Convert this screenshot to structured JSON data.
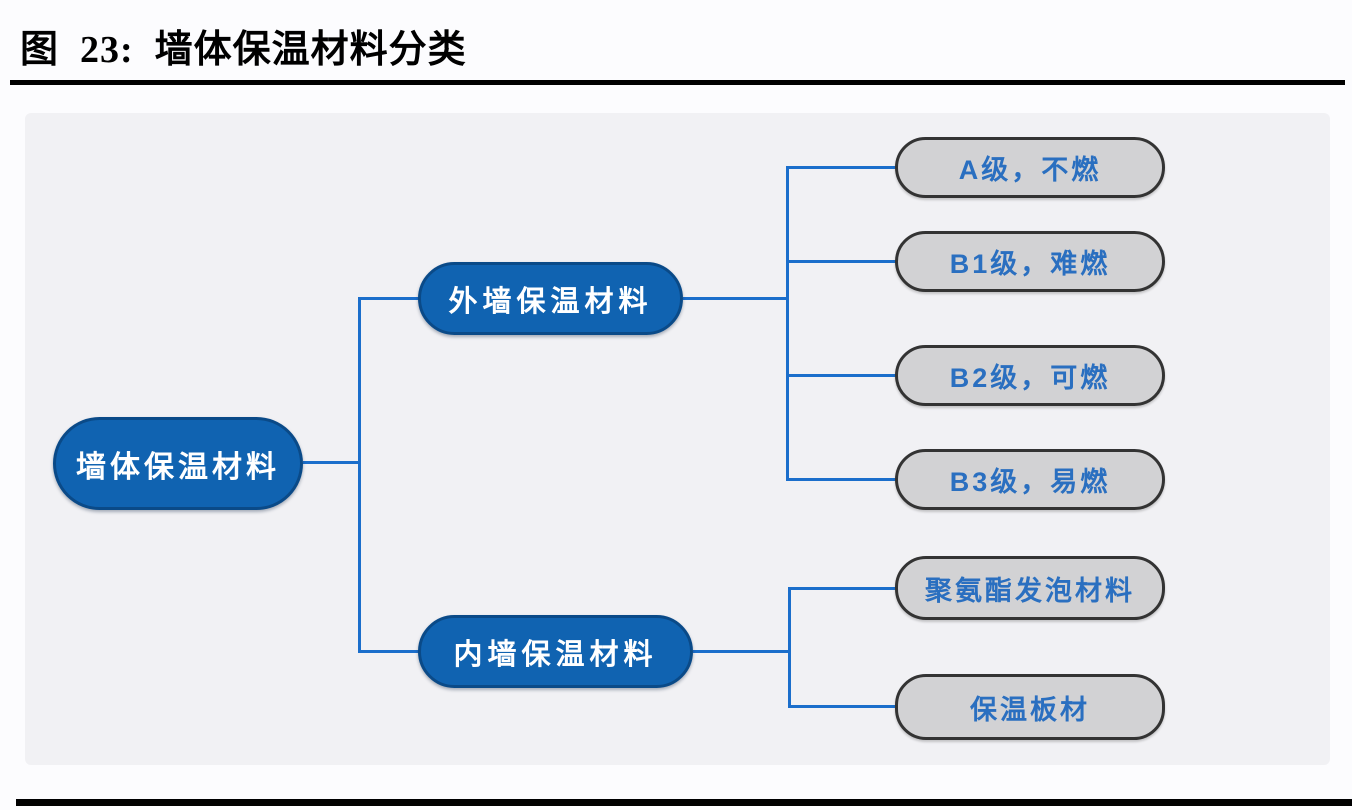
{
  "figure": {
    "title": "图  23:  墙体保温材料分类"
  },
  "diagram": {
    "root": {
      "label": "墙体保温材料"
    },
    "branches": [
      {
        "label": "外墙保温材料",
        "children": [
          {
            "label": "A级，不燃"
          },
          {
            "label": "B1级，难燃"
          },
          {
            "label": "B2级，可燃"
          },
          {
            "label": "B3级，易燃"
          }
        ]
      },
      {
        "label": "内墙保温材料",
        "children": [
          {
            "label": "聚氨酯发泡材料"
          },
          {
            "label": "保温板材"
          }
        ]
      }
    ],
    "colors": {
      "node_blue_fill": "#1063b1",
      "node_blue_border": "#0a4a88",
      "node_gray_fill": "#d2d2d4",
      "node_gray_border": "#333333",
      "leaf_text_blue": "#2a6fc0",
      "connector_blue": "#1b6ecb",
      "panel_background": "#f1f1f4",
      "rule_black": "#000000"
    }
  }
}
